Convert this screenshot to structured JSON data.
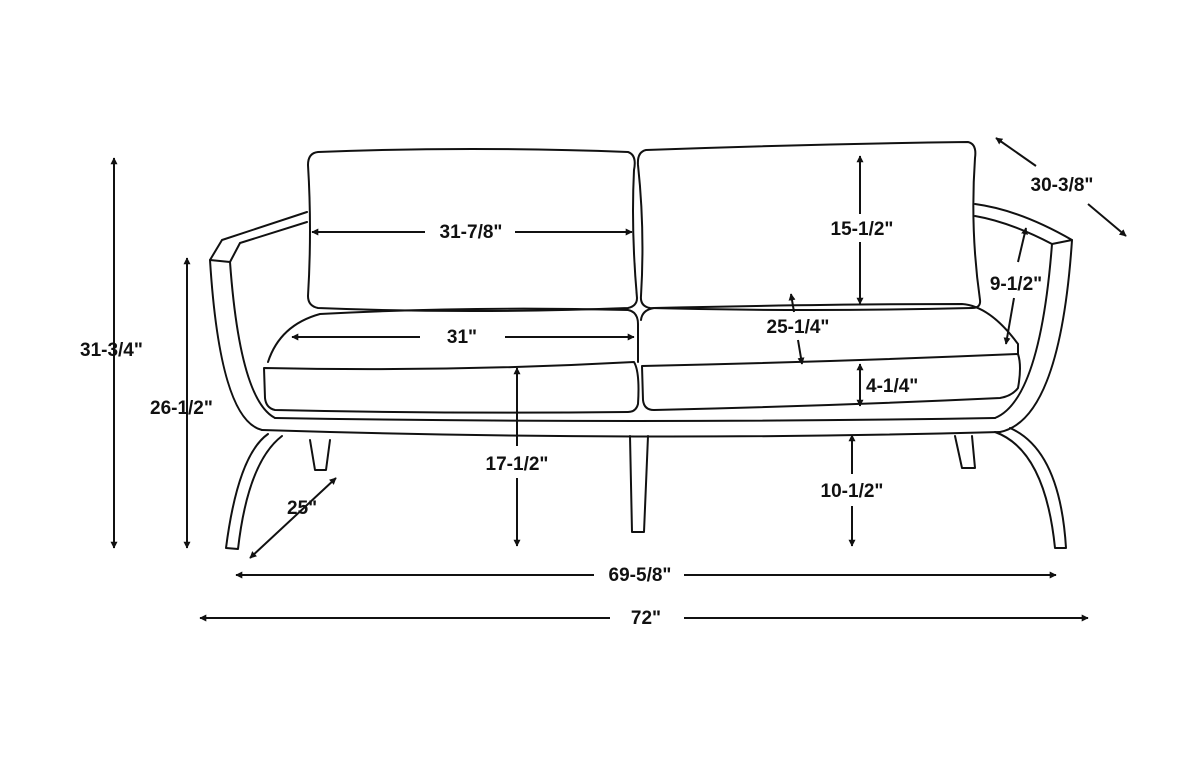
{
  "colors": {
    "stroke": "#111111",
    "background": "#ffffff"
  },
  "dimensions": {
    "overall_height": "31-3/4\"",
    "arm_height": "26-1/2\"",
    "leg_depth": "25\"",
    "back_cushion_width": "31-7/8\"",
    "seat_cushion_width": "31\"",
    "seat_height": "17-1/2\"",
    "back_cushion_height": "15-1/2\"",
    "seat_depth": "25-1/4\"",
    "seat_cushion_thickness": "4-1/4\"",
    "clearance": "10-1/2\"",
    "overall_depth": "30-3/8\"",
    "arm_panel_height": "9-1/2\"",
    "inner_width": "69-5/8\"",
    "overall_width": "72\""
  }
}
